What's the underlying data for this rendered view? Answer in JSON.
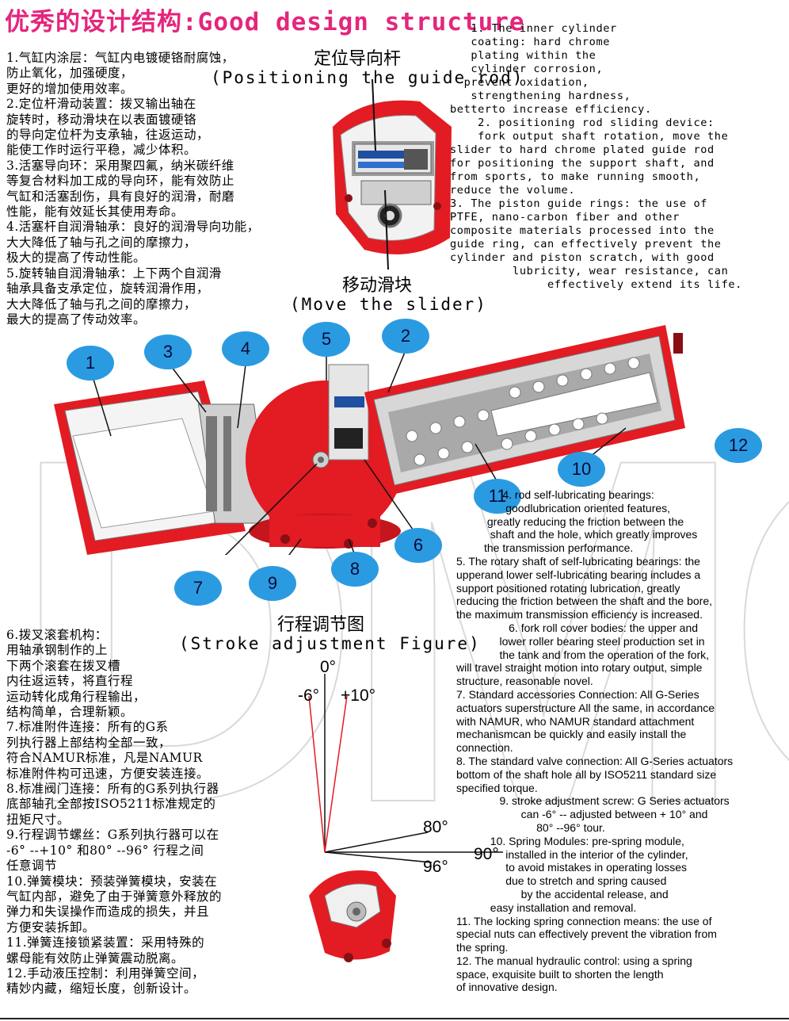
{
  "title": "优秀的设计结构:Good design structure",
  "cn_top": [
    "1.气缸内涂层：气缸内电镀硬铬耐腐蚀，",
    "防止氧化，加强硬度，",
    "更好的增加使用效率。",
    "2.定位杆滑动装置：拨叉输出轴在",
    "旋转时，移动滑块在以表面镀硬铬",
    "的导向定位杆为支承轴，往返运动，",
    "能使工作时运行平稳，减少体积。",
    "3.活塞导向环：采用聚四氟，纳米碳纤维",
    "等复合材料加工成的导向环，能有效防止",
    "气缸和活塞刮伤，具有良好的润滑，耐磨",
    "性能，能有效延长其使用寿命。",
    "4.活塞杆自润滑轴承：良好的润滑导向功能，",
    "大大降低了轴与孔之间的摩擦力，",
    "极大的提高了传动性能。",
    "5.旋转轴自润滑轴承：上下两个自润滑",
    "轴承具备支承定位，旋转润滑作用，",
    "大大降低了轴与孔之间的摩擦力，",
    "最大的提高了传动效率。"
  ],
  "guide_rod_label_cn": "定位导向杆",
  "guide_rod_label_en": "(Positioning the guide rod)",
  "slider_label_cn": "移动滑块",
  "slider_label_en": "(Move the slider)",
  "en_top": [
    "   1. The inner cylinder",
    "   coating: hard chrome",
    "   plating within the",
    "   cylinder corrosion,",
    "  prevent oxidation,",
    "   strengthening hardness,",
    "betterto increase efficiency.",
    "    2. positioning rod sliding device:",
    "    fork output shaft rotation, move the",
    "slider to hard chrome plated guide rod",
    "for positioning the support shaft, and",
    "from sports, to make running smooth,",
    "reduce the volume.",
    "3. The piston guide rings: the use of",
    "PTFE, nano-carbon fiber and other",
    "composite materials processed into the",
    "guide ring, can effectively prevent the",
    "cylinder and piston scratch, with good",
    "         lubricity, wear resistance, can",
    "              effectively extend its life."
  ],
  "callouts": [
    "1",
    "2",
    "3",
    "4",
    "5",
    "6",
    "7",
    "8",
    "9",
    "10",
    "11",
    "12"
  ],
  "en_right": [
    "               4. rod self-lubricating bearings:",
    "                goodlubrication oriented features,",
    "          greatly reducing the friction between the",
    "           shaft and the hole, which greatly improves",
    "         the transmission performance.",
    "5. The rotary shaft of self-lubricating bearings: the",
    "upperand lower self-lubricating bearing includes a",
    "support positioned rotating lubrication, greatly",
    "reducing the friction between the shaft and the bore,",
    "the maximum transmission efficiency is increased.",
    "                 6. fork roll cover bodies: the upper and",
    "              lower roller bearing steel production set in",
    "              the tank and from the operation of the fork,",
    "will travel straight motion into rotary output, simple",
    "structure, reasonable novel.",
    "7. Standard accessories Connection: All G-Series",
    "actuators superstructure All the same, in accordance",
    "with NAMUR, who NAMUR standard attachment",
    "mechanismcan be quickly and easily install the",
    "connection.",
    "8. The standard valve connection: All G-Series actuators",
    "bottom of the shaft hole all by ISO5211 standard size",
    "specified torque.",
    "              9. stroke adjustment screw: G Series actuators",
    "                     can -6° -- adjusted between + 10° and",
    "                          80° --96° tour.",
    "           10. Spring Modules: pre-spring module,",
    "                installed in the interior of the cylinder,",
    "                to avoid mistakes in operating losses",
    "                due to stretch and spring caused",
    "                     by the accidental release, and",
    "           easy installation and removal.",
    "11. The locking spring connection means: the use of",
    "special nuts can effectively prevent the vibration from",
    "the spring.",
    "12. The manual hydraulic control: using a spring",
    "space, exquisite built to shorten the length",
    "of innovative design."
  ],
  "stroke_label_cn": "行程调节图",
  "stroke_label_en": "(Stroke adjustment Figure)",
  "angles": {
    "a0": "0°",
    "a_neg6": "-6°",
    "a_pos10": "+10°",
    "a80": "80°",
    "a90": "90°",
    "a96": "96°"
  },
  "cn_bottom": [
    "6.拨叉滚套机构：",
    "用轴承钢制作的上",
    "下两个滚套在拨叉槽",
    "内往返运转，将直行程",
    "运动转化成角行程输出，",
    "结构简单，合理新颖。",
    "7.标准附件连接：所有的G系",
    "列执行器上部结构全部一致，",
    "符合NAMUR标准，凡是NAMUR",
    "标准附件构可迅速，方便安装连接。",
    "8.标准阀门连接：所有的G系列执行器",
    "底部轴孔全部按ISO5211标准规定的",
    "扭矩尺寸。",
    "9.行程调节螺丝：G系列执行器可以在",
    "-6° --+10° 和80° --96° 行程之间",
    "任意调节",
    "10.弹簧模块：预装弹簧模块，安装在",
    "气缸内部，避免了由于弹簧意外释放的",
    "弹力和失误操作而造成的损失，并且",
    "方便安装拆卸。",
    "11.弹簧连接锁紧装置：采用特殊的",
    "螺母能有效防止弹簧震动脱离。",
    "12.手动液压控制：利用弹簧空间，",
    "精妙内藏，缩短长度，创新设计。"
  ],
  "watermark_text": "DMG",
  "colors": {
    "title": "#e4267d",
    "callout": "#2b9be1",
    "red": "#e31b23",
    "grey": "#7b7b7b"
  }
}
